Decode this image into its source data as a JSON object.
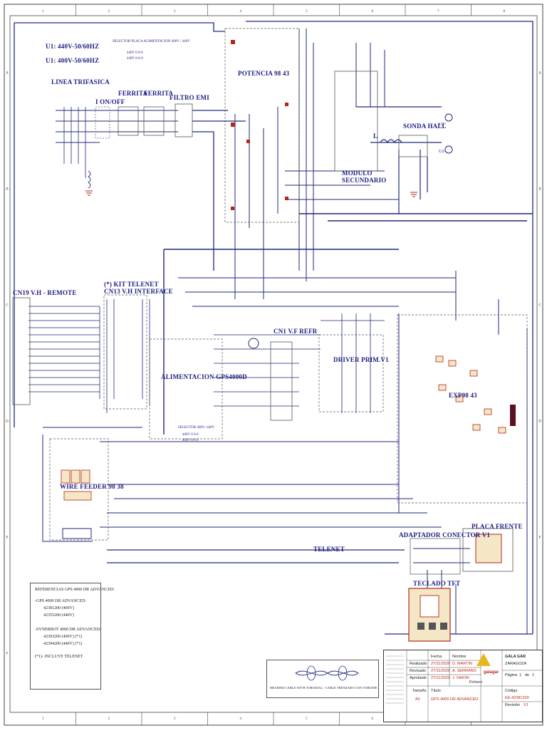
{
  "header": {
    "supply_1": "U1: 440V-50/60HZ",
    "supply_2": "U1: 400V-50/60HZ",
    "selector_title": "SELECTOR PLACA ALIMENTACION 400V / 440V",
    "selector_row1": "440V  0   0-0",
    "selector_row2": "440V  0-0   0"
  },
  "blocks": {
    "linea": "LINEA TRIFASICA",
    "ionoff": "I ON/OFF",
    "ferrita_1": "FERRITA",
    "ferrita_2": "FERRITA",
    "filtro": "FILTRO EMI",
    "potencia": "POTENCIA 98 43",
    "modulo": "MODULO SECUNDARIO",
    "sonda": "SONDA HALL",
    "cn19": "CN19 V.H - REMOTE",
    "kit_telenet": "(*) KIT TELENET",
    "cn13": "CN13 V.H INTERFACE",
    "alimentacion": "ALIMENTACION GPS4000D",
    "cn1": "CN1 V.F REFR",
    "driver": "DRIVER PRIM.V1",
    "exp": "EXP98 43",
    "selector2_title": "SELECTOR 400V~440V",
    "selector2_row1": "460V 0   0-0",
    "selector2_row2": "460V 0-0   0",
    "wire_feeder": "WIRE FEEDER 98 38",
    "adaptador": "ADAPTADOR CONECTOR V1",
    "placa_frente": "PLACA FRENTE",
    "telenet": "TELENET",
    "teclado": "TECLADO TFT",
    "u_plus": "U2+",
    "u_minus": "U2-",
    "l_ind": "L"
  },
  "references": {
    "heading": "REFERENCIAS GPS 4000 DR ADVANCED:",
    "gps_label": "-GPS 4000 DR ADVANCED:",
    "gps_1": "42381200 (400V)",
    "gps_2": "42355200 (440V)",
    "syn_label": "-SYNERBOT 4000 DR ADVANCED:",
    "syn_1": "42393200 (400V) (*1)",
    "syn_2": "42394200 (440V) (*1)",
    "note": "(*1)- INCLUYE TELENET"
  },
  "cable_legend": {
    "text": "BRAIDED CABLE WITH TOROIDAL - CABLE TRENZADO CON TOROIDE"
  },
  "title_block": {
    "col_fecha": "Fecha",
    "col_nombre": "Nombre",
    "realizado": "Realizado",
    "revisado": "Revisado",
    "aprobado": "Aprobado",
    "date_1": "27/11/2020",
    "date_2": "27/11/2020",
    "date_3": "27/11/2020",
    "name_1": "D. MARTIN",
    "name_2": "A. SERRANO",
    "name_3": "J. SIMON",
    "tamano": "Tamaño",
    "size": "A2",
    "titulo_label": "Título",
    "titulo": "GPS 4000 DR ADVANCED",
    "company": "GALA GAR",
    "city": "ZARAGOZA",
    "pagina": "Página",
    "page": "1",
    "de": "de",
    "pages": "1",
    "fichero": "Fichero",
    "codigo": "Código",
    "code": "EE-42381200",
    "revision": "Revisión",
    "rev": "V1",
    "logo": "galagar"
  },
  "frame": {
    "cols": [
      "1",
      "2",
      "3",
      "4",
      "5",
      "6",
      "7",
      "8"
    ],
    "rows": [
      "A",
      "B",
      "C",
      "D",
      "E",
      "F"
    ]
  },
  "colors": {
    "wire": "#1e2a7a",
    "frame": "#444444",
    "accent_red": "#b5261a",
    "component_fill": "#f4e7c6",
    "logo_yellow": "#e9b51c"
  }
}
